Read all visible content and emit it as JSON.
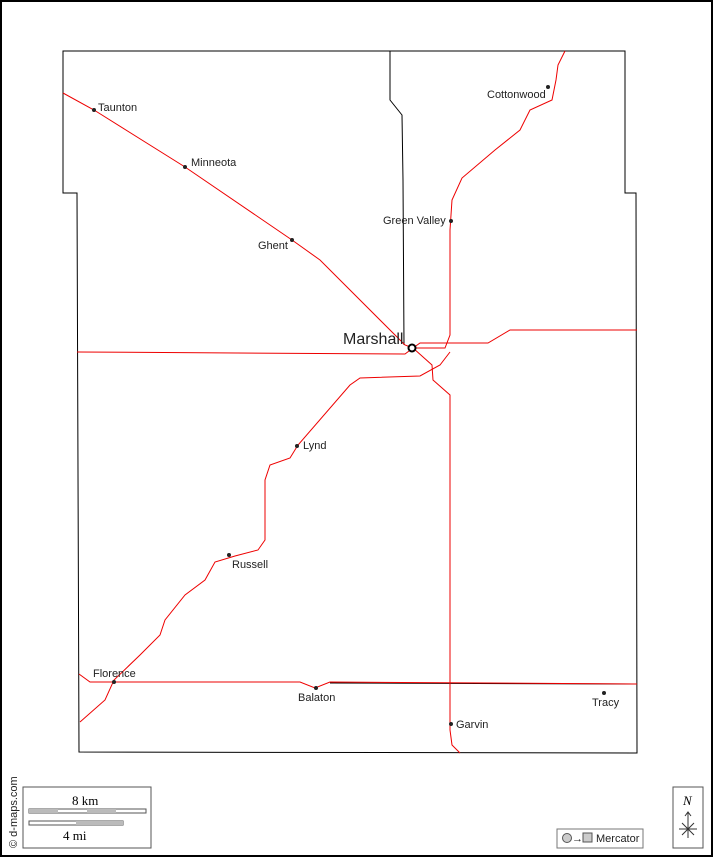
{
  "map": {
    "towns": [
      {
        "name": "Taunton"
      },
      {
        "name": "Minneota"
      },
      {
        "name": "Ghent"
      },
      {
        "name": "Green Valley"
      },
      {
        "name": "Cottonwood"
      },
      {
        "name": "Marshall"
      },
      {
        "name": "Lynd"
      },
      {
        "name": "Russell"
      },
      {
        "name": "Florence"
      },
      {
        "name": "Balaton"
      },
      {
        "name": "Garvin"
      },
      {
        "name": "Tracy"
      }
    ],
    "copyright": "© d-maps.com",
    "scale": {
      "km": "8 km",
      "mi": "4 mi"
    },
    "projection": "Mercator",
    "north": "N",
    "colors": {
      "road": "#ee0000",
      "border": "#000000"
    }
  }
}
